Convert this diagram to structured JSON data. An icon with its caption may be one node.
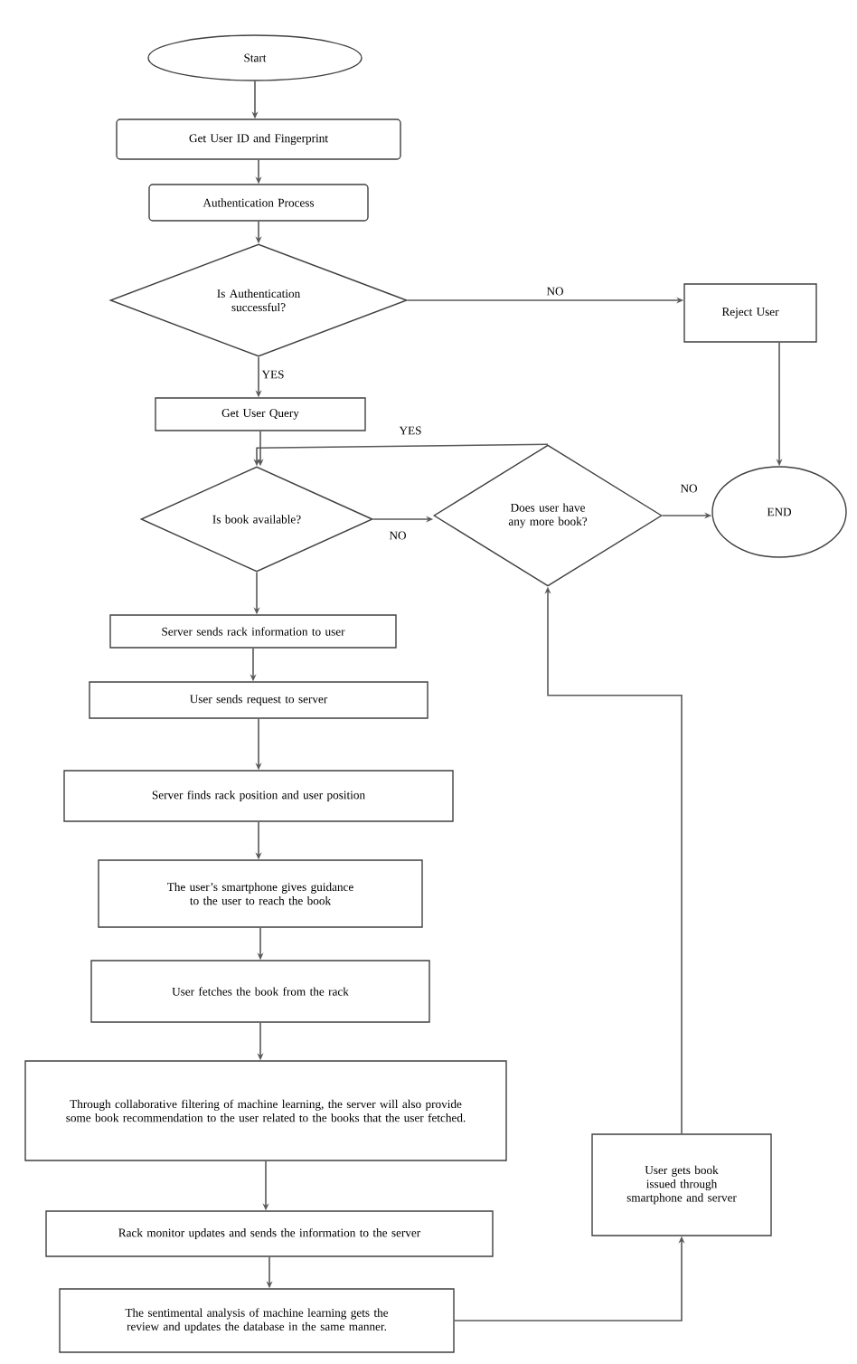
{
  "diagram": {
    "nodes": [
      {
        "text": [
          "Start"
        ]
      },
      {
        "text": [
          "Get User ID and Fingerprint"
        ]
      },
      {
        "text": [
          "Authentication Process"
        ]
      },
      {
        "text": [
          "Is Authentication successful?"
        ]
      },
      {
        "text": [
          "Reject User"
        ]
      },
      {
        "text": [
          "Get User Query"
        ]
      },
      {
        "text": [
          "Is book available?"
        ]
      },
      {
        "text": [
          "Does user have any more book?"
        ]
      },
      {
        "text": [
          "END"
        ]
      },
      {
        "text": [
          "Server sends rack information to user"
        ]
      },
      {
        "text": [
          "User sends request to server"
        ]
      },
      {
        "text": [
          "Server finds rack position and user position"
        ]
      },
      {
        "text": [
          "The user’s smartphone gives guidance to the user to reach the book"
        ]
      },
      {
        "text": [
          "User fetches the book from the rack"
        ]
      },
      {
        "text": [
          "Through collaborative filtering of machine learning, the server will also provide some book recommendation to the user related to the books that the user fetched."
        ]
      },
      {
        "text": [
          "Rack monitor updates and sends the information to the server"
        ]
      },
      {
        "text": [
          "The sentimental analysis of machine learning gets the review and updates the database in the same manner."
        ]
      },
      {
        "text": [
          "User gets book issued through smartphone and server"
        ]
      }
    ],
    "edges": [
      {
        "from": 0,
        "to": 1,
        "arrow": "to"
      },
      {
        "from": 1,
        "to": 2,
        "arrow": "to"
      },
      {
        "from": 2,
        "to": 3,
        "arrow": "to"
      },
      {
        "from": 3,
        "to": 4,
        "arrow": "to",
        "label": "NO"
      },
      {
        "from": 3,
        "to": 5,
        "arrow": "to",
        "label": "YES"
      },
      {
        "from": 4,
        "to": 8,
        "arrow": "to"
      },
      {
        "from": 5,
        "to": 6,
        "arrow": "to"
      },
      {
        "from": 7,
        "to": 6,
        "arrow": "to",
        "label": "YES"
      },
      {
        "from": 6,
        "to": 7,
        "arrow": "to",
        "label": "NO"
      },
      {
        "from": 7,
        "to": 8,
        "arrow": "to",
        "label": "NO"
      },
      {
        "from": 6,
        "to": 9,
        "arrow": "to"
      },
      {
        "from": 9,
        "to": 10,
        "arrow": "to"
      },
      {
        "from": 10,
        "to": 11,
        "arrow": "to"
      },
      {
        "from": 11,
        "to": 12,
        "arrow": "to"
      },
      {
        "from": 12,
        "to": 13,
        "arrow": "to"
      },
      {
        "from": 13,
        "to": 14,
        "arrow": "to"
      },
      {
        "from": 14,
        "to": 15,
        "arrow": "to"
      },
      {
        "from": 15,
        "to": 16,
        "arrow": "to"
      },
      {
        "from": 16,
        "to": 17,
        "arrow": "to"
      },
      {
        "from": 17,
        "to": 7,
        "arrow": "to"
      }
    ]
  }
}
